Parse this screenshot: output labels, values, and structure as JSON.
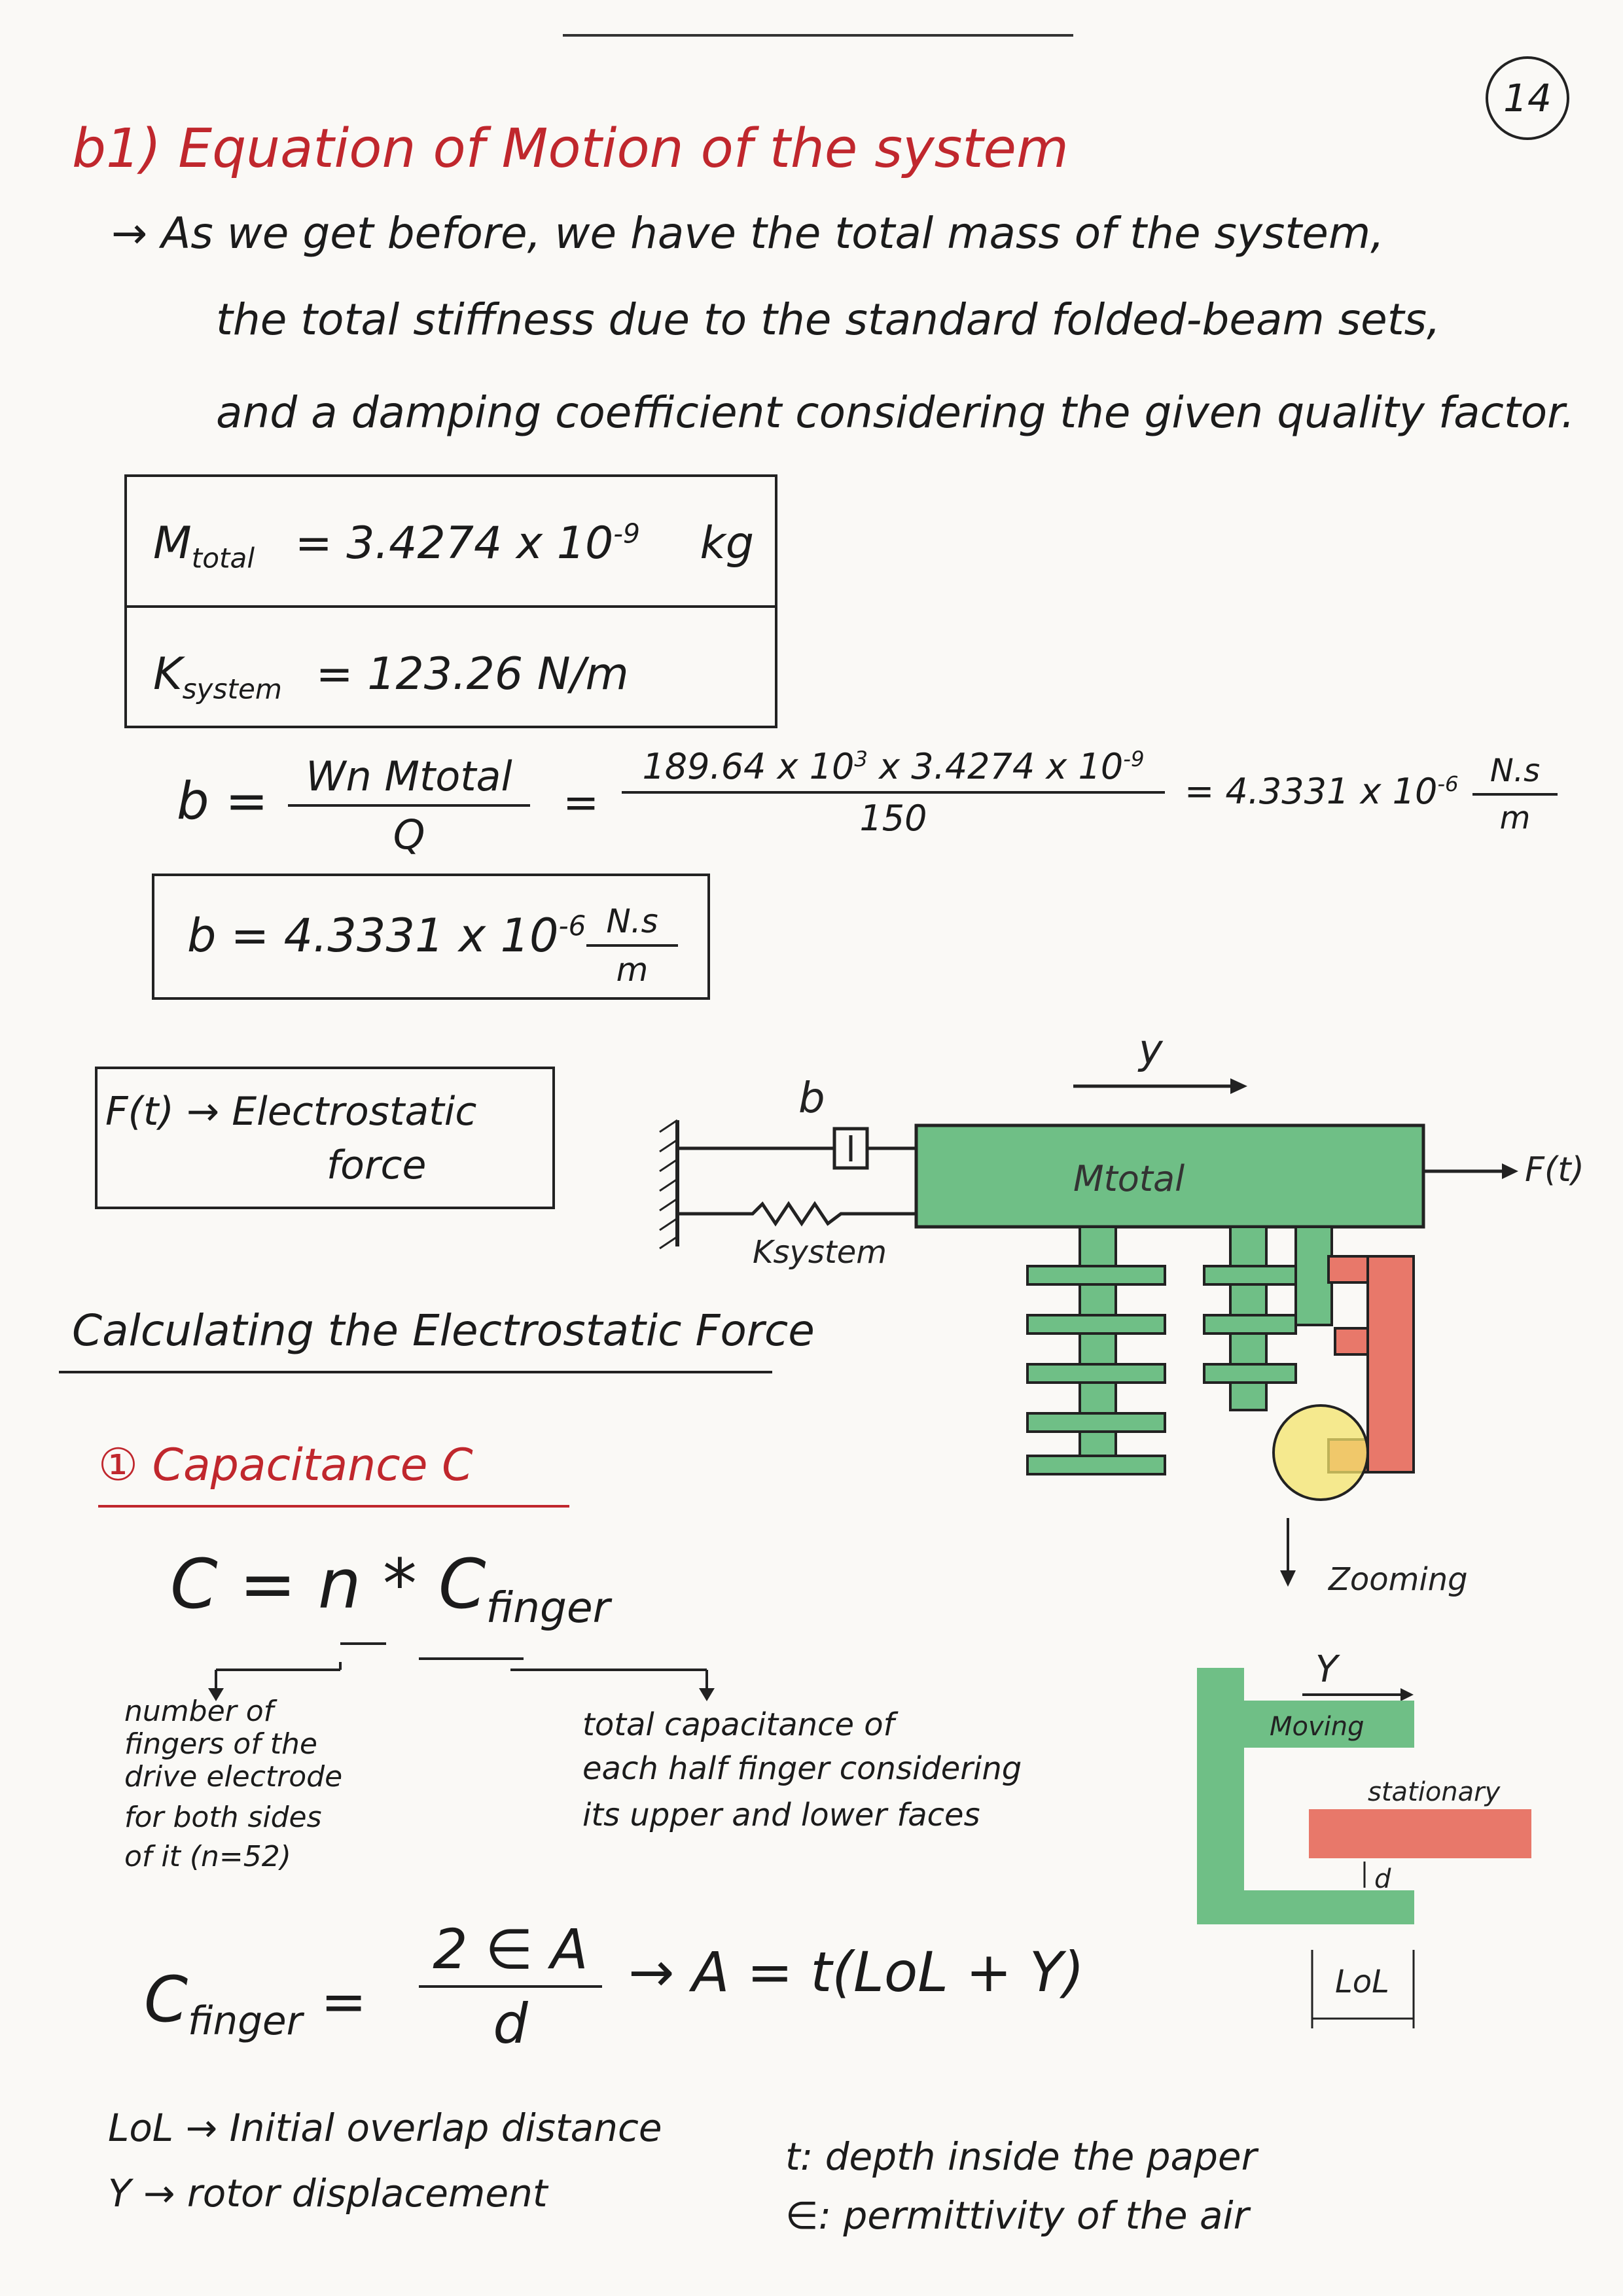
{
  "page_number": "14",
  "header": {
    "title": "b1) Equation of Motion of the system"
  },
  "intro": {
    "line1": "→ As we get before, we have the total mass of the system,",
    "line2": "the total stiffness due to the standard folded-beam sets,",
    "line3": "and a damping coefficient considering the given quality factor."
  },
  "results": {
    "mass_label": "M",
    "mass_sub": "total",
    "mass_value": "= 3.4274 x 10",
    "mass_exp": "-9",
    "mass_unit": "kg",
    "stiffness_label": "K",
    "stiffness_sub": "system",
    "stiffness_value": "= 123.26 N/m"
  },
  "damping": {
    "lhs": "b =",
    "frac1_num": "Wn Mtotal",
    "frac1_den": "Q",
    "eq1": "=",
    "frac2_num_a": "189.64 x 10",
    "frac2_num_exp_a": "3",
    "frac2_num_b": " x 3.4274 x 10",
    "frac2_num_exp_b": "-9",
    "frac2_den": "150",
    "eq2": "= 4.3331 x 10",
    "eq2_exp": "-6",
    "unit_num": "N.s",
    "unit_den": "m",
    "boxed": "b = 4.3331 x 10",
    "boxed_exp": "-6",
    "boxed_unit_num": "N.s",
    "boxed_unit_den": "m"
  },
  "force_box": {
    "line1": "F(t) → Electrostatic",
    "line2": "force"
  },
  "diagram": {
    "y_label": "y",
    "b_label": "b",
    "k_label": "Ksystem",
    "mass_label": "Mtotal",
    "force_label": "F(t)",
    "zoom_label": "Zooming",
    "zoom_y_label": "Y",
    "moving_label": "Moving",
    "stationary_label": "stationary",
    "d_label": "d",
    "lol_label": "LoL",
    "colors": {
      "moving": "#6fbf86",
      "stationary": "#e8786a",
      "zoom_circle": "#f3e36b"
    }
  },
  "section": {
    "heading": "Calculating the Electrostatic Force"
  },
  "capacitance": {
    "heading": "① Capacitance C",
    "equation_lhs": "C = n * C",
    "equation_sub": "finger",
    "note_left_1": "number of",
    "note_left_2": "fingers of the",
    "note_left_3": "drive electrode",
    "note_left_4": "for both sides",
    "note_left_5": "of it (n=52)",
    "note_right_1": "total capacitance of",
    "note_right_2": "each half finger considering",
    "note_right_3": "its upper and lower faces",
    "cfinger_lhs": "C",
    "cfinger_sub": "finger",
    "cfinger_eq": "=",
    "cfinger_num": "2 ∈ A",
    "cfinger_den": "d",
    "area_eq": "→ A = t(LoL + Y)"
  },
  "definitions": {
    "lol": "LoL → Initial overlap distance",
    "y": "Y → rotor displacement",
    "t": "t: depth inside the paper",
    "eps": "∈: permittivity of the air"
  }
}
